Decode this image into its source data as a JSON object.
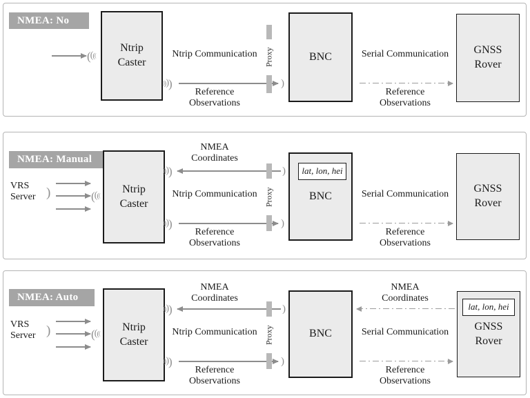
{
  "colors": {
    "panel_border": "#b4b4b4",
    "badge_bg": "#a5a5a5",
    "badge_text": "#ffffff",
    "box_fill": "#ebebeb",
    "box_border": "#1a1a1a",
    "line": "#8c8c8c",
    "dash": "#9b9b9b",
    "proxy_bar": "#b8b8b8",
    "text": "#1a1a1a",
    "wave": "#8f8f8f"
  },
  "boxes": {
    "ntrip_caster": "Ntrip\nCaster",
    "bnc": "BNC",
    "gnss_rover": "GNSS\nRover",
    "lat_lon_hei": "lat, lon, hei"
  },
  "labels": {
    "ntrip_communication": "Ntrip Communication",
    "serial_communication": "Serial Communication",
    "reference_observations": "Reference\nObservations",
    "nmea_coordinates": "NMEA\nCoordinates",
    "proxy": "Proxy",
    "vrs_server": "VRS\nServer"
  },
  "icons": {
    "wave_out": ")",
    "wave_in": "(",
    "antenna": ")"
  },
  "panels": [
    {
      "badge": "NMEA: No"
    },
    {
      "badge": "NMEA: Manual"
    },
    {
      "badge": "NMEA: Auto"
    }
  ]
}
